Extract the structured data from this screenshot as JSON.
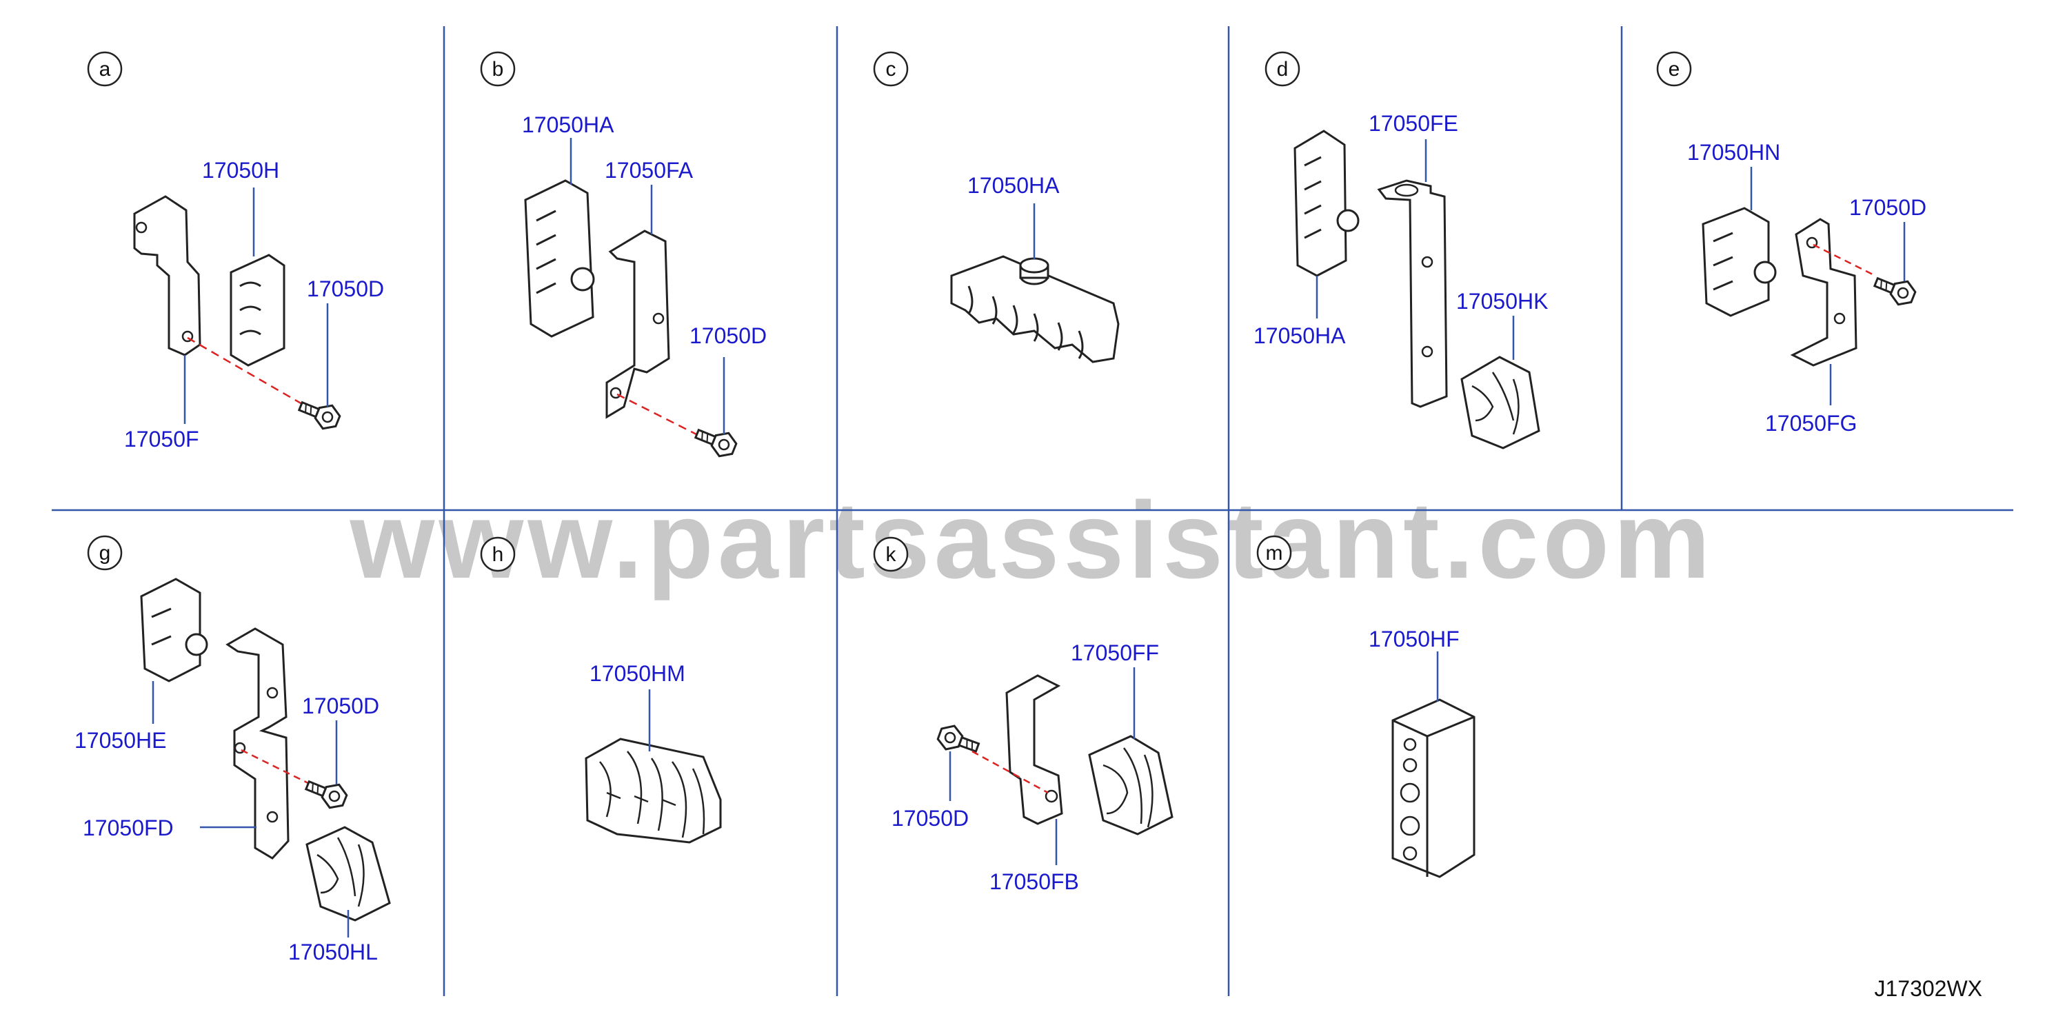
{
  "watermark": "www.partsassistant.com",
  "diagram_code": "J17302WX",
  "colors": {
    "grid": "#3355aa",
    "part_label": "#1a1acc",
    "leader": "#3355aa",
    "dash": "#dd2222",
    "outline": "#222222",
    "watermark": "#c8c8c8"
  },
  "panels": [
    {
      "letter": "a",
      "parts": [
        "17050H",
        "17050D",
        "17050F"
      ]
    },
    {
      "letter": "b",
      "parts": [
        "17050HA",
        "17050FA",
        "17050D"
      ]
    },
    {
      "letter": "c",
      "parts": [
        "17050HA"
      ]
    },
    {
      "letter": "d",
      "parts": [
        "17050FE",
        "17050HA",
        "17050HK"
      ]
    },
    {
      "letter": "e",
      "parts": [
        "17050HN",
        "17050D",
        "17050FG"
      ]
    },
    {
      "letter": "g",
      "parts": [
        "17050HE",
        "17050D",
        "17050FD",
        "17050HL"
      ]
    },
    {
      "letter": "h",
      "parts": [
        "17050HM"
      ]
    },
    {
      "letter": "k",
      "parts": [
        "17050FF",
        "17050D",
        "17050FB"
      ]
    },
    {
      "letter": "m",
      "parts": [
        "17050HF"
      ]
    }
  ]
}
